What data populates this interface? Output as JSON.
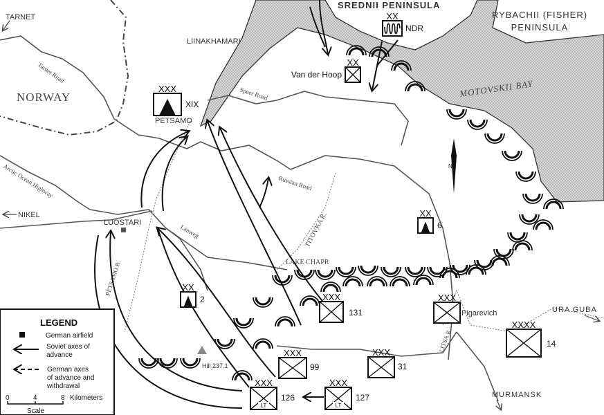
{
  "map": {
    "places": {
      "tarnet": "TARNET",
      "norway": "NORWAY",
      "liinakhamari": "LIINAKHAMARI",
      "petsamo": "PETSAMO",
      "luostari": "LUOSTARI",
      "nikel": "NIKEL",
      "srednii": "SREDNII PENINSULA",
      "rybachii_1": "RYBACHII (FISHER)",
      "rybachii_2": "PENINSULA",
      "motovskii": "MOTOVSKII BAY",
      "lake_chapr": "LAKE CHAPR",
      "hill": "Hill 237.1",
      "pigarevich": "Pigarevich",
      "ura_guba": "URA GUBA",
      "murmansk": "MURMANSK"
    },
    "roads": {
      "tarnet_road": "Tarnet Road",
      "speer_road": "Speer Road",
      "russian_road": "Russian Road",
      "arctic_highway": "Arctic Ocean Highway",
      "lanweg": "Lanweg"
    },
    "rivers": {
      "petsamo_r": "PETSAMO R.",
      "titovka_r": "TITOVKA R.",
      "litsa_r": "LITSA R."
    },
    "north": "N",
    "units": [
      {
        "echelon": "XXX",
        "type": "mountain",
        "label": "XIX"
      },
      {
        "echelon": "XX",
        "type": "ndr",
        "label": "NDR"
      },
      {
        "echelon": "XX",
        "type": "infantry-german",
        "label": "Van der Hoop"
      },
      {
        "echelon": "XX",
        "type": "mountain",
        "label": "6"
      },
      {
        "echelon": "XX",
        "type": "mountain",
        "label": "2"
      },
      {
        "echelon": "XXX",
        "type": "infantry",
        "label": "131"
      },
      {
        "echelon": "XXX",
        "type": "infantry",
        "label": "99"
      },
      {
        "echelon": "XXX",
        "type": "infantry",
        "label": "31"
      },
      {
        "echelon": "XXX",
        "type": "infantry",
        "label": ""
      },
      {
        "echelon": "XXXX",
        "type": "infantry",
        "label": "14"
      },
      {
        "echelon": "XXX",
        "type": "light",
        "label": "126",
        "tag": "LT"
      },
      {
        "echelon": "XXX",
        "type": "light",
        "label": "127",
        "tag": "LT"
      }
    ],
    "colors": {
      "sea": "#c8c8c8",
      "german_unit": "#b0b0b0",
      "line": "#111111"
    }
  },
  "legend": {
    "title": "LEGEND",
    "airfield": "German airfield",
    "soviet_1": "Soviet axes of",
    "soviet_2": "advance",
    "german_1": "German axes",
    "german_2": "of advance and",
    "german_3": "withdrawal",
    "scale_ticks": [
      "0",
      "4",
      "8"
    ],
    "scale_unit": "Kilometers",
    "scale_label": "Scale"
  }
}
